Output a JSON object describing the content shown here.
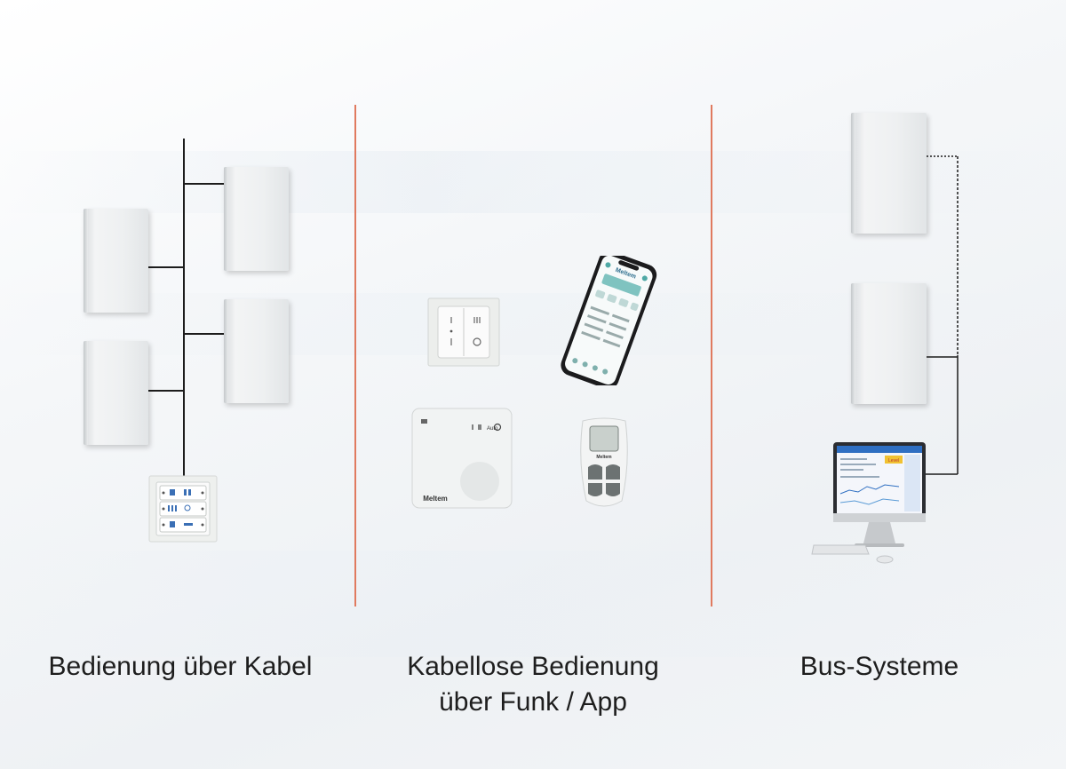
{
  "columns": [
    {
      "id": "cable",
      "label": "Bedienung über Kabel"
    },
    {
      "id": "wireless",
      "label_line1": "Kabellose Bedienung",
      "label_line2": "über Funk / App"
    },
    {
      "id": "bus",
      "label": "Bus-Systeme"
    }
  ],
  "devices": {
    "brand_logo": "Meltem",
    "phone_app_title": "Meltem",
    "thermostat_brand": "Meltem",
    "remote_brand": "Meltem",
    "monitor_badge": "Level"
  },
  "colors": {
    "divider": "#e07a5f",
    "wire": "#1c1c1c",
    "accent_blue": "#2f6fc2"
  }
}
